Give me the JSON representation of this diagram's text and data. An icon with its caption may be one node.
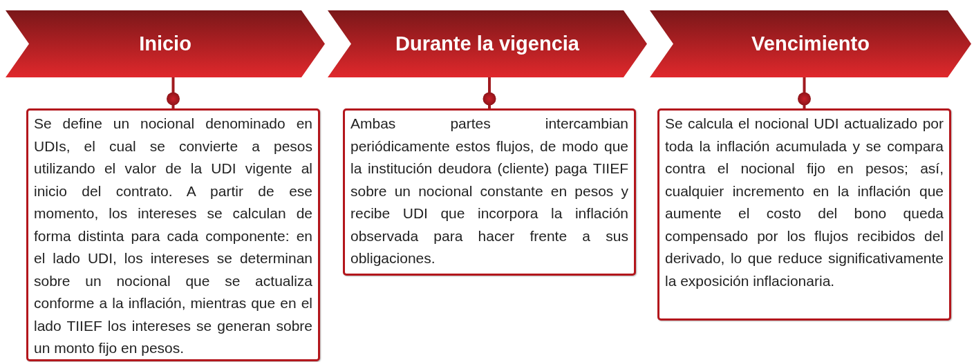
{
  "diagram": {
    "nodes": [
      {
        "text": [
          "Inicio"
        ]
      },
      {
        "text": [
          "Durante la vigencia"
        ]
      },
      {
        "text": [
          "Vencimiento"
        ]
      },
      {
        "text": [
          "Se define un nocional denominado en UDIs, el cual se convierte a pesos utilizando el valor de la UDI vigente al inicio del contrato. A partir de ese momento, los intereses se calculan de forma distinta para cada componente: en el lado UDI, los intereses se determinan sobre un nocional que se actualiza conforme a la inflación, mientras que en el lado TIIEF los intereses se generan sobre un monto fijo en pesos."
        ]
      },
      {
        "text": [
          "Ambas partes intercambian periódicamente estos flujos, de modo que la institución deudora (cliente) paga TIIEF sobre un nocional constante en pesos y recibe UDI que incorpora la inflación observada para hacer frente a sus obligaciones."
        ]
      },
      {
        "text": [
          "Se calcula el nocional UDI actualizado por toda la inflación acumulada y se compara contra el nocional fijo en pesos; así, cualquier incremento en la inflación que aumente el costo del bono queda compensado por los flujos recibidos del derivado, lo que reduce significativamente la exposición inflacionaria."
        ]
      }
    ],
    "edges": [
      {
        "from": 0,
        "to": 3,
        "arrow": "other"
      },
      {
        "from": 1,
        "to": 4,
        "arrow": "other"
      },
      {
        "from": 2,
        "to": 5,
        "arrow": "other"
      }
    ]
  }
}
